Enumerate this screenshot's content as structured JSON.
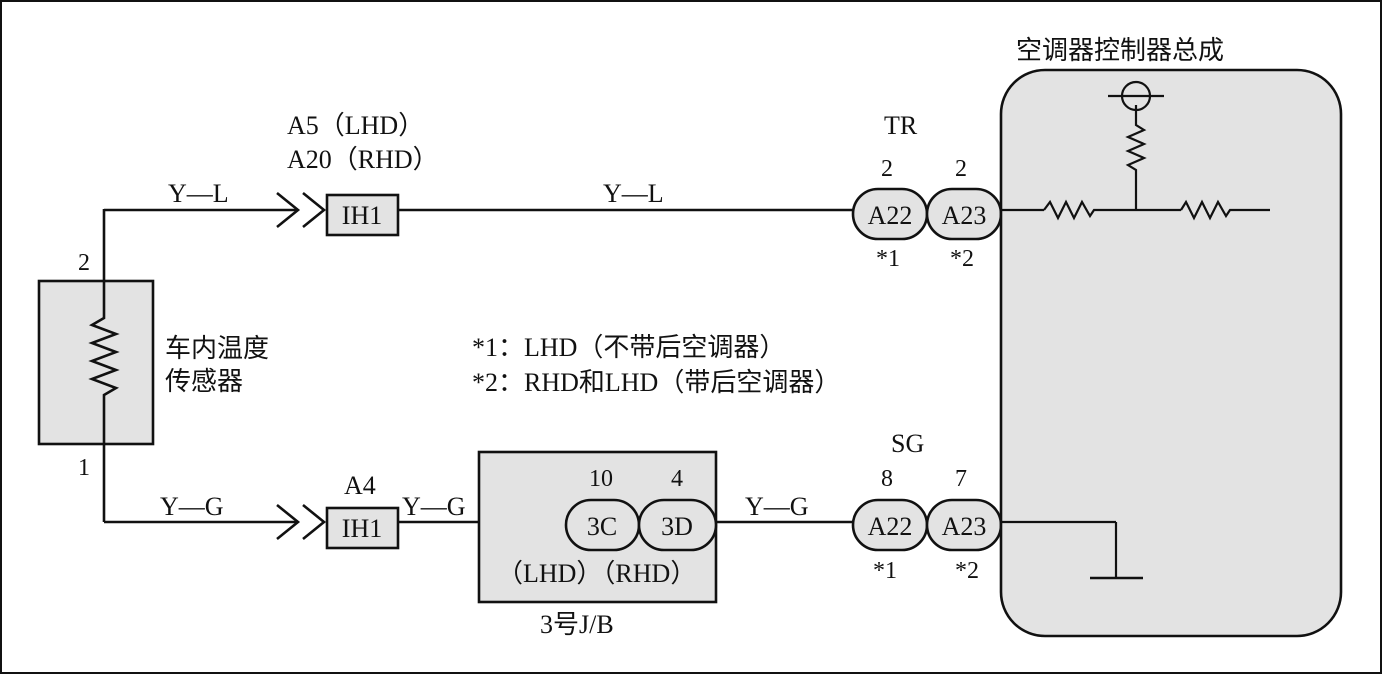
{
  "sensor": {
    "label_line1": "车内温度",
    "label_line2": "传感器",
    "pin_top": "2",
    "pin_bottom": "1"
  },
  "top_wire": {
    "left_color": "Y—L",
    "connector_line1": "A5（LHD）",
    "connector_line2": "A20（RHD）",
    "ih_label": "IH1",
    "right_color": "Y—L",
    "signal": "TR",
    "pin_a22": "2",
    "pin_a23": "2",
    "conn_a22": "A22",
    "conn_a23": "A23",
    "note_a22": "*1",
    "note_a23": "*2"
  },
  "bottom_wire": {
    "left_color": "Y—G",
    "connector": "A4",
    "ih_label": "IH1",
    "mid_color": "Y—G",
    "jb_label": "3号J/B",
    "jb_pin_3c": "10",
    "jb_pin_3d": "4",
    "jb_conn_3c": "3C",
    "jb_conn_3d": "3D",
    "jb_variant": "（LHD）（RHD）",
    "right_color": "Y—G",
    "signal": "SG",
    "pin_a22": "8",
    "pin_a23": "7",
    "conn_a22": "A22",
    "conn_a23": "A23",
    "note_a22": "*1",
    "note_a23": "*2"
  },
  "controller": {
    "title": "空调器控制器总成"
  },
  "notes": {
    "n1": "*1：LHD（不带后空调器）",
    "n2": "*2：RHD和LHD（带后空调器）"
  }
}
